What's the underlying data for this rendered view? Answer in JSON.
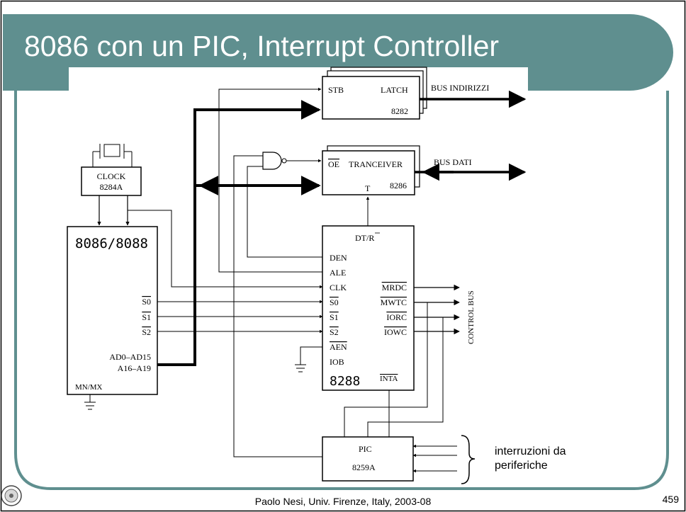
{
  "slide": {
    "title": "8086 con un PIC, Interrupt Controller",
    "footer": "Paolo Nesi, Univ. Firenze, Italy, 2003-08",
    "page_number": "459",
    "side_note_line1": "interruzioni da",
    "side_note_line2": "periferiche",
    "logo": "university-seal-icon",
    "colors": {
      "frame": "#5f8f8f",
      "title_bar": "#5f8f8f",
      "diagram": "#000000"
    }
  },
  "diagram": {
    "clock": {
      "line1": "CLOCK",
      "line2": "8284A"
    },
    "cpu": {
      "name": "8086/8088",
      "s0": "S0",
      "s1": "S1",
      "s2": "S2",
      "ad": "AD0–AD15",
      "a": "A16–A19",
      "mnmx": "MN/MX"
    },
    "latch": {
      "stb": "STB",
      "name": "LATCH",
      "num": "8282",
      "bus": "BUS INDIRIZZI"
    },
    "transceiver": {
      "oe": "OE",
      "name": "TRANCEIVER",
      "t": "T",
      "num": "8286",
      "bus": "BUS DATI"
    },
    "bus_controller": {
      "dtr": "DT/R",
      "den": "DEN",
      "ale": "ALE",
      "clk": "CLK",
      "s0": "S0",
      "s1": "S1",
      "s2": "S2",
      "aen": "AEN",
      "iob": "IOB",
      "name": "8288",
      "inta": "INTA",
      "mrdc": "MRDC",
      "mwtc": "MWTC",
      "iorc": "IORC",
      "iowc": "IOWC",
      "control_bus": "CONTROL BUS"
    },
    "pic": {
      "name": "PIC",
      "num": "8259A"
    }
  }
}
